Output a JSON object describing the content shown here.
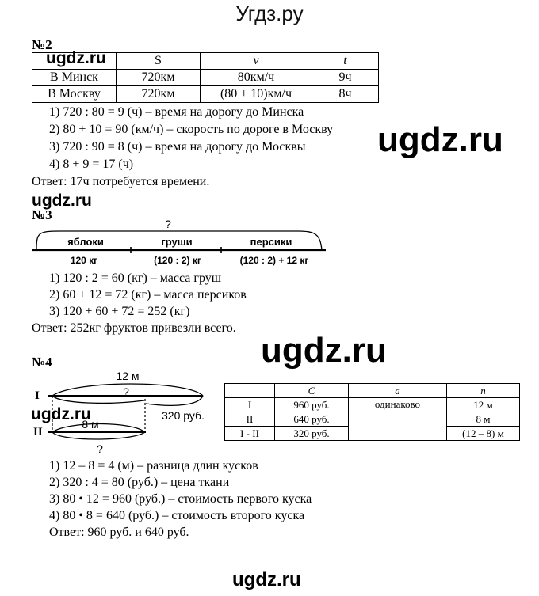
{
  "header": {
    "title": "Угдз.ру"
  },
  "watermark": {
    "text": "ugdz.ru"
  },
  "task2": {
    "heading": "№2",
    "table": {
      "columns": [
        "",
        "S",
        "v",
        "t"
      ],
      "rows": [
        [
          "В Минск",
          "720км",
          "80км/ч",
          "9ч"
        ],
        [
          "В Москву",
          "720км",
          "(80 + 10)км/ч",
          "8ч"
        ]
      ]
    },
    "steps": [
      "1) 720 : 80 = 9 (ч) – время на дорогу до Минска",
      "2) 80 + 10 = 90 (км/ч) – скорость по дороге в Москву",
      "3) 720 : 90 = 8 (ч) – время на дорогу до Москвы",
      "4) 8 + 9 = 17 (ч)"
    ],
    "answer": "Ответ: 17ч потребуется времени."
  },
  "task3": {
    "heading": "№3",
    "diagram": {
      "question": "?",
      "segments": [
        "яблоки",
        "груши",
        "персики"
      ],
      "values": [
        "120 кг",
        "(120 : 2) кг",
        "(120 : 2) + 12 кг"
      ]
    },
    "steps": [
      "1) 120 : 2 = 60 (кг) – масса груш",
      "2) 60 + 12 = 72 (кг) – масса персиков",
      "3) 120 + 60 + 72 = 252 (кг)"
    ],
    "answer": "Ответ: 252кг фруктов привезли всего."
  },
  "task4": {
    "heading": "№4",
    "diagram": {
      "label_top": "12 м",
      "row1": "I",
      "row2": "II",
      "q1": "?",
      "q2": "?",
      "label_mid": "8 м",
      "label_diff": "320 руб."
    },
    "table": {
      "columns": [
        "",
        "C",
        "a",
        "n"
      ],
      "rows": [
        [
          "I",
          "960 руб.",
          "одинаково",
          "12 м"
        ],
        [
          "II",
          "640 руб.",
          "",
          "8 м"
        ],
        [
          "I - II",
          "320 руб.",
          "",
          "(12 – 8) м"
        ]
      ]
    },
    "steps": [
      "1) 12 – 8 = 4 (м) – разница длин кусков",
      "2) 320 : 4 = 80 (руб.) – цена ткани",
      "3) 80 • 12 = 960 (руб.) – стоимость первого куска",
      "4) 80 • 8 = 640 (руб.) – стоимость второго куска"
    ],
    "answer": "Ответ: 960 руб. и 640 руб."
  }
}
